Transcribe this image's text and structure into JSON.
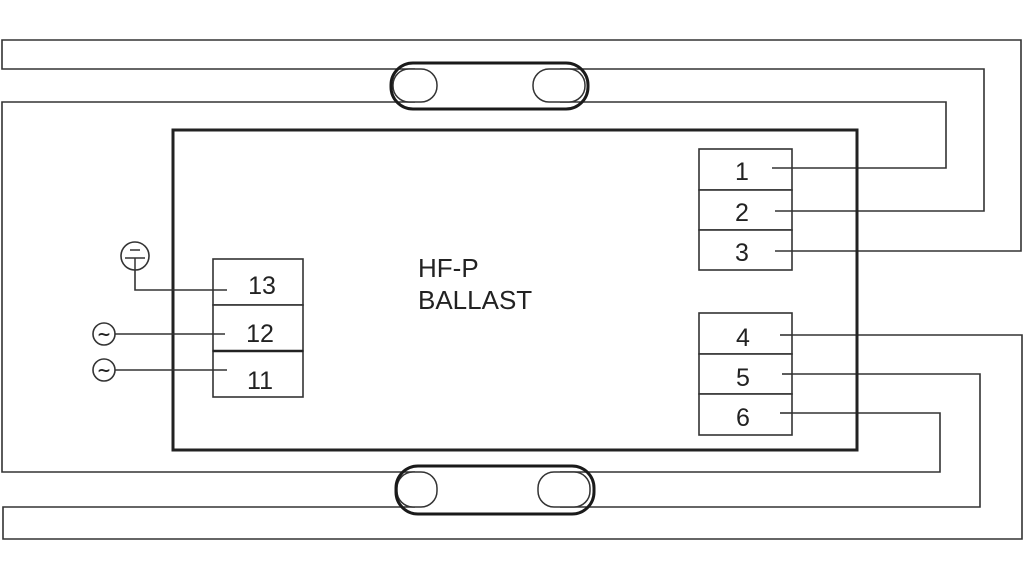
{
  "ballast": {
    "line1": "HF-P",
    "line2": "BALLAST"
  },
  "terminals_output_top": [
    "1",
    "2",
    "3"
  ],
  "terminals_output_bottom": [
    "4",
    "5",
    "6"
  ],
  "terminals_input": [
    "13",
    "12",
    "11"
  ],
  "symbols": {
    "ground": "earth-ground-icon",
    "ac": "~"
  }
}
